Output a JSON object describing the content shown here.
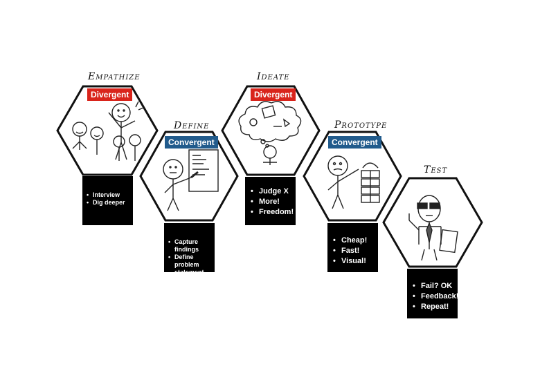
{
  "stages": [
    {
      "title": "Empathize",
      "mode": "Divergent",
      "bullets": [
        "Interview",
        "Dig deeper"
      ]
    },
    {
      "title": "Define",
      "mode": "Convergent",
      "bullets": [
        "Capture findings",
        "Define problem statement"
      ]
    },
    {
      "title": "Ideate",
      "mode": "Divergent",
      "bullets": [
        "Judge X",
        "More!",
        "Freedom!"
      ]
    },
    {
      "title": "Prototype",
      "mode": "Convergent",
      "bullets": [
        "Cheap!",
        "Fast!",
        "Visual!"
      ]
    },
    {
      "title": "Test",
      "mode": "",
      "bullets": [
        "Fail? OK",
        "Feedback!",
        "Repeat!"
      ]
    }
  ],
  "colors": {
    "divergent": "#d9241b",
    "convergent": "#215b8c",
    "box": "#000000"
  }
}
